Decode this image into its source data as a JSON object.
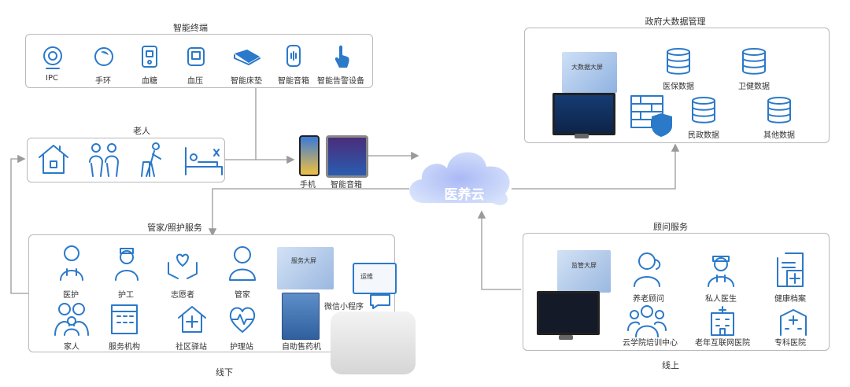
{
  "terminals": {
    "title": "智能终端",
    "items": [
      "IPC",
      "手环",
      "血糖",
      "血压",
      "智能床垫",
      "智能音箱",
      "智能告警设备"
    ]
  },
  "elderly": {
    "title": "老人"
  },
  "devices": {
    "phone": "手机",
    "speaker": "智能音箱"
  },
  "cloud": {
    "label": "医养云"
  },
  "gov": {
    "title": "政府大数据管理",
    "screen_label": "大数据大屏",
    "items": [
      "医保数据",
      "卫健数据",
      "民政数据",
      "其他数据"
    ]
  },
  "housekeeper": {
    "title": "管家/照护服务",
    "row1": [
      "医护",
      "护工",
      "志愿者",
      "管家"
    ],
    "row2": [
      "家人",
      "服务机构",
      "社区驿站",
      "护理站"
    ],
    "service_screen": "服务大屏",
    "ops": "运维",
    "mini_program": "微信小程序",
    "vending": "自助售药机",
    "footer": "线下"
  },
  "consult": {
    "title": "顾问服务",
    "screen_label": "监管大屏",
    "row1": [
      "养老顾问",
      "私人医生",
      "健康档案"
    ],
    "row2": [
      "云学院培训中心",
      "老年互联网医院",
      "专科医院"
    ],
    "footer": "线上"
  },
  "colors": {
    "icon": "#2b79c9",
    "cloud": "#8ea6ef",
    "border": "#b9b9b9",
    "connector": "#9a9a9a"
  }
}
